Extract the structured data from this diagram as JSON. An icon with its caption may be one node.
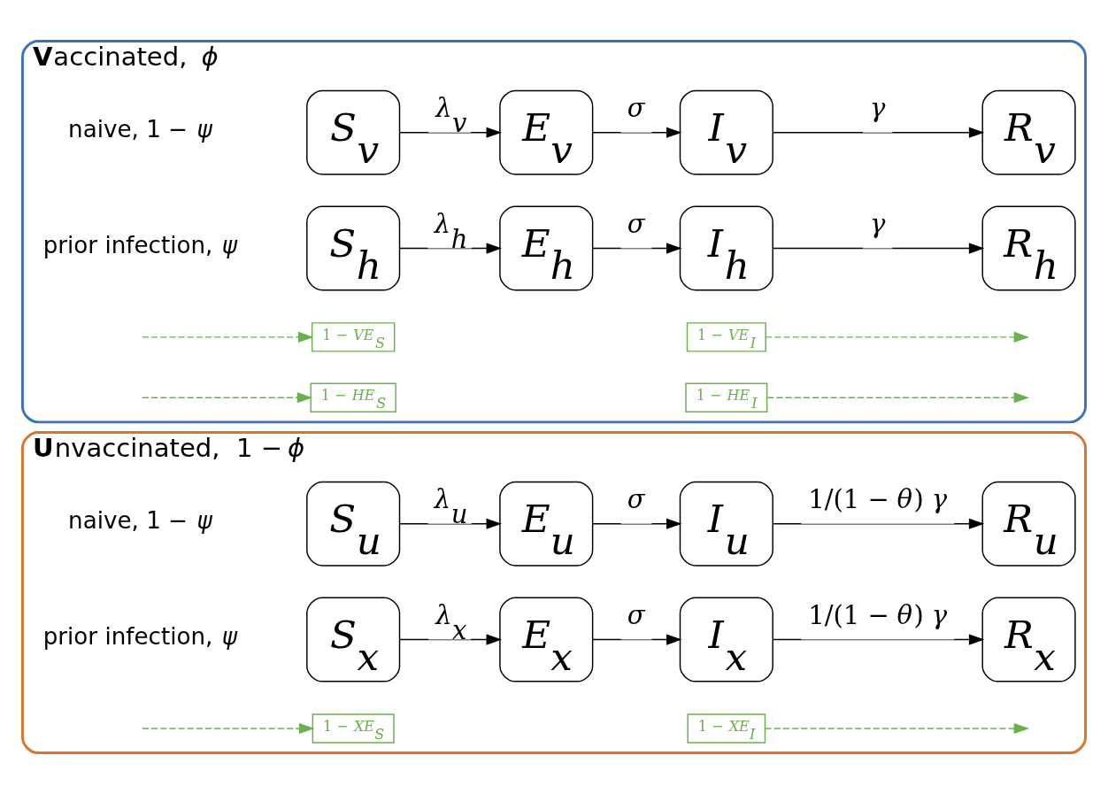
{
  "diagram": {
    "nodes": [
      {
        "text": [
          "**U**nvaccinated,  1 − *ϕ*"
        ]
      },
      {
        "text": [
          "*S*$_{u}$"
        ],
        "in": 0
      },
      {
        "text": [
          "*E*$_{u}$"
        ],
        "in": 0
      },
      {
        "text": [
          "*I*$_{u}$"
        ],
        "in": 0
      },
      {
        "text": [
          "*R*$_{u}$"
        ],
        "in": 0
      },
      {
        "text": [
          "1 − *XE*$_{S}$"
        ],
        "in": 0
      },
      {
        "text": [
          "*S*$_{x}$"
        ],
        "in": 0
      },
      {
        "text": [
          "*E*$_{x}$"
        ],
        "in": 0
      },
      {
        "text": [
          "*I*$_{x}$"
        ],
        "in": 0
      },
      {
        "text": [
          "*R*$_{x}$"
        ],
        "in": 0
      },
      {
        "text": [
          "1 − *XE*$_{I}$"
        ],
        "in": 0
      },
      {
        "text": [
          "**V**accinated,  *ϕ*"
        ]
      },
      {
        "text": [
          "1 − *VE*$_{S}$"
        ],
        "in": 11
      },
      {
        "text": [
          "*S*$_{v}$"
        ],
        "in": 11
      },
      {
        "text": [
          "*E*$_{v}$"
        ],
        "in": 11
      },
      {
        "text": [
          "*I*$_{v}$"
        ],
        "in": 11
      },
      {
        "text": [
          "*R*$_{v}$"
        ],
        "in": 11
      },
      {
        "text": [
          "1 − *VE*$_{I}$"
        ],
        "in": 11
      },
      {
        "text": [
          "1 − *HE*$_{S}$"
        ],
        "in": 11
      },
      {
        "text": [
          "*S*$_{h}$"
        ],
        "in": 11
      },
      {
        "text": [
          "*E*$_{h}$"
        ],
        "in": 11
      },
      {
        "text": [
          "*I*$_{h}$"
        ],
        "in": 11
      },
      {
        "text": [
          "*R*$_{h}$"
        ],
        "in": 11
      },
      {
        "text": [
          "1 − *HE*$_{I}$"
        ],
        "in": 11
      }
    ],
    "edges": [
      {
        "from": 1,
        "to": 2,
        "arrow": "to",
        "label": "*λ*$_{u}$"
      },
      {
        "from": 2,
        "to": 3,
        "arrow": "to",
        "label": "*σ*"
      },
      {
        "from": 3,
        "to": 4,
        "arrow": "to",
        "label": "1/(1 − *θ*) *γ*"
      },
      {
        "from": null,
        "to": 5,
        "arrow": "to",
        "style": "dashed",
        "color": "#6ab04c"
      },
      {
        "from": 6,
        "to": 7,
        "arrow": "to",
        "label": "*λ*$_{x}$"
      },
      {
        "from": 7,
        "to": 8,
        "arrow": "to",
        "label": "*σ*"
      },
      {
        "from": 8,
        "to": 9,
        "arrow": "to",
        "label": "1/(1 − *θ*) *γ*"
      },
      {
        "from": 10,
        "to": null,
        "arrow": "to",
        "style": "dashed",
        "color": "#6ab04c"
      },
      {
        "from": null,
        "to": 12,
        "arrow": "to",
        "style": "dashed",
        "color": "#6ab04c"
      },
      {
        "from": 13,
        "to": 14,
        "arrow": "to",
        "label": "*λ*$_{v}$"
      },
      {
        "from": 14,
        "to": 15,
        "arrow": "to",
        "label": "*σ*"
      },
      {
        "from": 15,
        "to": 16,
        "arrow": "to",
        "label": "*γ*"
      },
      {
        "from": 17,
        "to": null,
        "arrow": "to",
        "style": "dashed",
        "color": "#6ab04c"
      },
      {
        "from": null,
        "to": 18,
        "arrow": "to",
        "style": "dashed",
        "color": "#6ab04c"
      },
      {
        "from": 19,
        "to": 20,
        "arrow": "to",
        "label": "*λ*$_{h}$"
      },
      {
        "from": 20,
        "to": 21,
        "arrow": "to",
        "label": "*σ*"
      },
      {
        "from": 21,
        "to": 22,
        "arrow": "to",
        "label": "*γ*"
      },
      {
        "from": 23,
        "to": null,
        "arrow": "to",
        "style": "dashed",
        "color": "#6ab04c"
      }
    ],
    "labels": [
      "naive, 1 − *ψ*",
      "prior infection, *ψ*",
      "naive, 1 − *ψ*",
      "prior infection, *ψ*"
    ]
  }
}
